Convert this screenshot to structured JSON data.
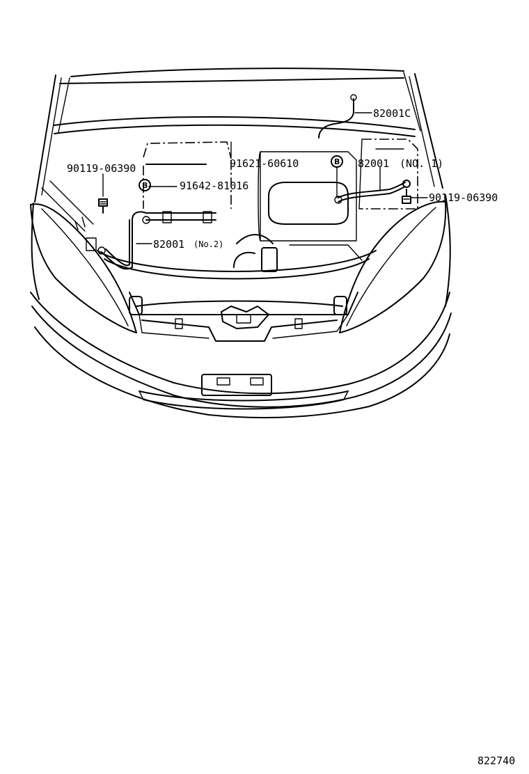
{
  "callouts": {
    "cable_c": "82001C",
    "bolt_left": "90119-06390",
    "battery_clamp": "91621-60610",
    "cable_no1_num": "82001",
    "cable_no1_tag": "(NO. 1)",
    "nut_left": "91642-81016",
    "bolt_right": "90119-06390",
    "cable_no2_num": "82001",
    "cable_no2_tag": "(No.2)",
    "circle_letter": "B"
  },
  "figure_id": "822740"
}
